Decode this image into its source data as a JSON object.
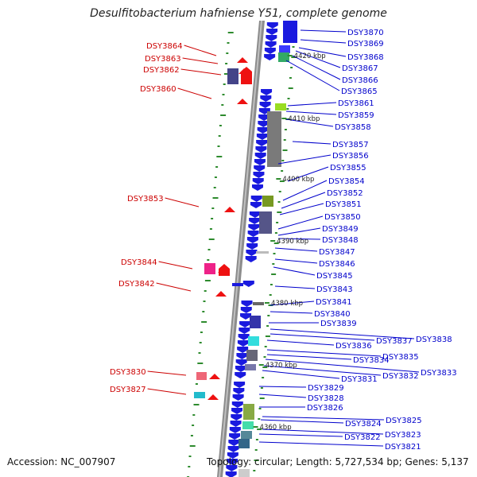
{
  "title": "Desulfitobacterium hafniense Y51, complete genome",
  "accession": "Accession: NC_007907",
  "topology": "Topology: circular; Length: 5,727,534 bp; Genes: 5,137",
  "colors": {
    "forward_label": "#0000cc",
    "reverse_label": "#cc0000",
    "backbone": "#888888",
    "tick": "#2e8b2e"
  },
  "scale_labels": [
    "4420 kbp",
    "4410 kbp",
    "4400 kbp",
    "4390 kbp",
    "4380 kbp",
    "4370 kbp",
    "4360 kbp"
  ],
  "genes_right": [
    "DSY3870",
    "DSY3869",
    "DSY3868",
    "DSY3867",
    "DSY3866",
    "DSY3865",
    "DSY3861",
    "DSY3859",
    "DSY3858",
    "DSY3857",
    "DSY3856",
    "DSY3855",
    "DSY3854",
    "DSY3852",
    "DSY3851",
    "DSY3850",
    "DSY3849",
    "DSY3848",
    "DSY3847",
    "DSY3846",
    "DSY3845",
    "DSY3843",
    "DSY3841",
    "DSY3840",
    "DSY3839",
    "DSY3838",
    "DSY3837",
    "DSY3836",
    "DSY3835",
    "DSY3834",
    "DSY3833",
    "DSY3832",
    "DSY3831",
    "DSY3829",
    "DSY3828",
    "DSY3826",
    "DSY3825",
    "DSY3824",
    "DSY3823",
    "DSY3822",
    "DSY3821"
  ],
  "genes_left": [
    "DSY3864",
    "DSY3863",
    "DSY3862",
    "DSY3860",
    "DSY3853",
    "DSY3844",
    "DSY3842",
    "DSY3830",
    "DSY3827"
  ]
}
